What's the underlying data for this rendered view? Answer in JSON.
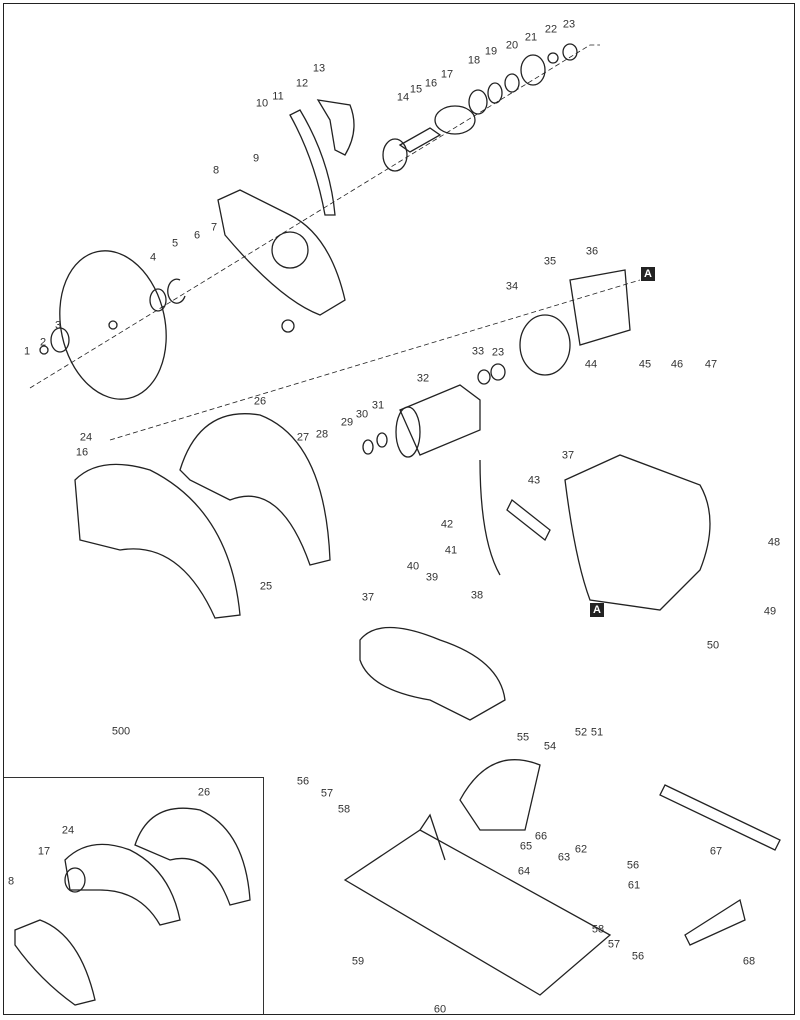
{
  "diagram": {
    "type": "exploded-parts-diagram",
    "part_labels": [
      "1",
      "2",
      "3",
      "4",
      "5",
      "6",
      "7",
      "8",
      "9",
      "10",
      "11",
      "12",
      "13",
      "14",
      "15",
      "16",
      "17",
      "18",
      "19",
      "20",
      "21",
      "22",
      "23",
      "24",
      "25",
      "26",
      "27",
      "28",
      "29",
      "30",
      "31",
      "32",
      "33",
      "23",
      "34",
      "35",
      "36",
      "16",
      "37",
      "43",
      "44",
      "45",
      "46",
      "47",
      "42",
      "41",
      "40",
      "39",
      "38",
      "37",
      "48",
      "49",
      "50",
      "56",
      "57",
      "58",
      "55",
      "54",
      "52",
      "51",
      "66",
      "65",
      "67",
      "56",
      "62",
      "63",
      "61",
      "64",
      "58",
      "57",
      "56",
      "59",
      "60",
      "68"
    ],
    "reference_markers": [
      "A",
      "A"
    ],
    "inset": {
      "group_label": "500",
      "part_labels": [
        "26",
        "24",
        "17",
        "8"
      ]
    }
  }
}
